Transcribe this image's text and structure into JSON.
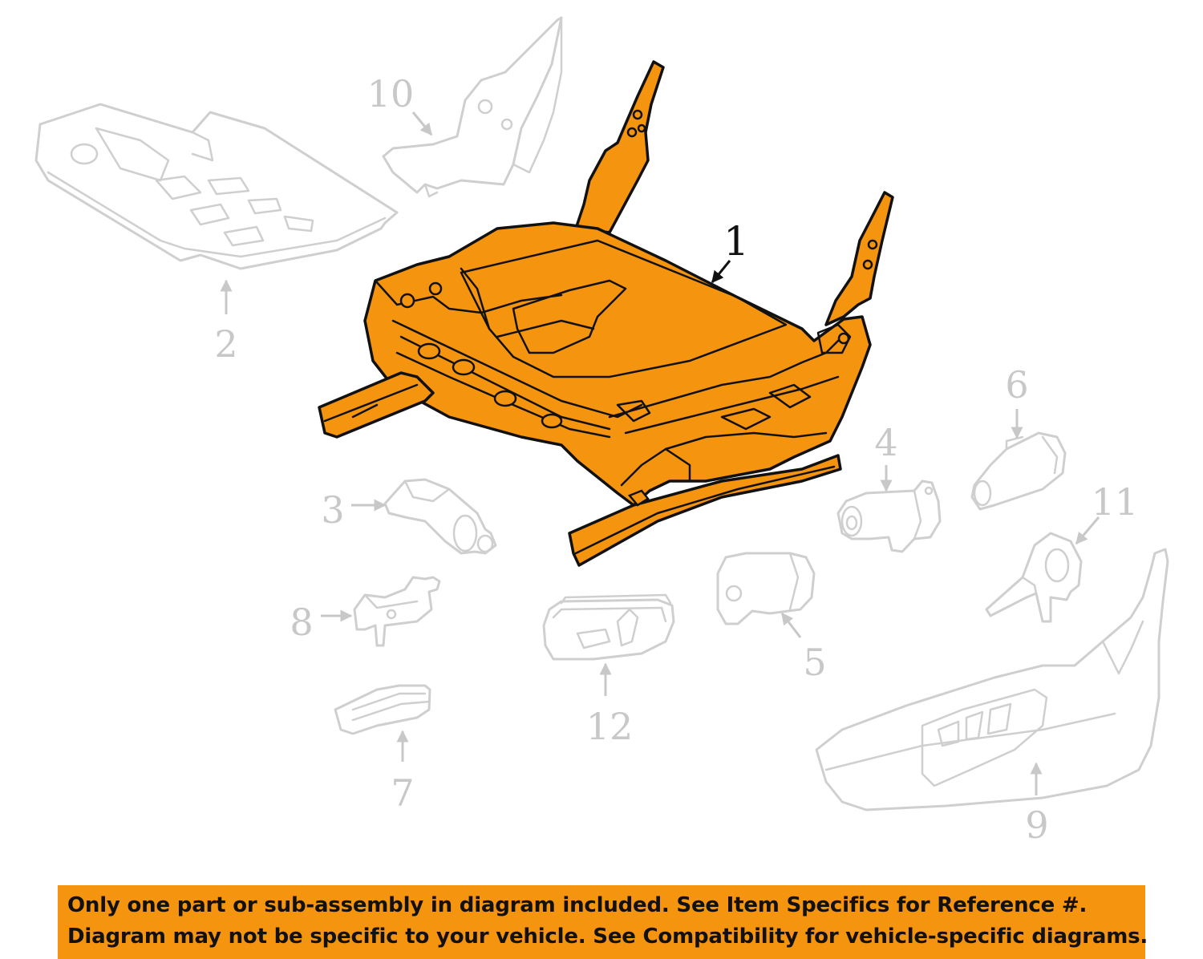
{
  "colors": {
    "highlight_part": "#f5940f",
    "banner_background": "#f5940f",
    "ghost_parts": "#cfcfcf"
  },
  "callouts": [
    {
      "id": "1",
      "label": "1",
      "highlighted": true
    },
    {
      "id": "2",
      "label": "2",
      "highlighted": false
    },
    {
      "id": "3",
      "label": "3",
      "highlighted": false
    },
    {
      "id": "4",
      "label": "4",
      "highlighted": false
    },
    {
      "id": "5",
      "label": "5",
      "highlighted": false
    },
    {
      "id": "6",
      "label": "6",
      "highlighted": false
    },
    {
      "id": "7",
      "label": "7",
      "highlighted": false
    },
    {
      "id": "8",
      "label": "8",
      "highlighted": false
    },
    {
      "id": "9",
      "label": "9",
      "highlighted": false
    },
    {
      "id": "10",
      "label": "10",
      "highlighted": false
    },
    {
      "id": "11",
      "label": "11",
      "highlighted": false
    },
    {
      "id": "12",
      "label": "12",
      "highlighted": false
    }
  ],
  "notice": {
    "line1": "Only one part or sub-assembly in diagram included. See Item Specifics for Reference #.",
    "line2": "Diagram may not be specific to your vehicle. See Compatibility for vehicle-specific diagrams."
  }
}
